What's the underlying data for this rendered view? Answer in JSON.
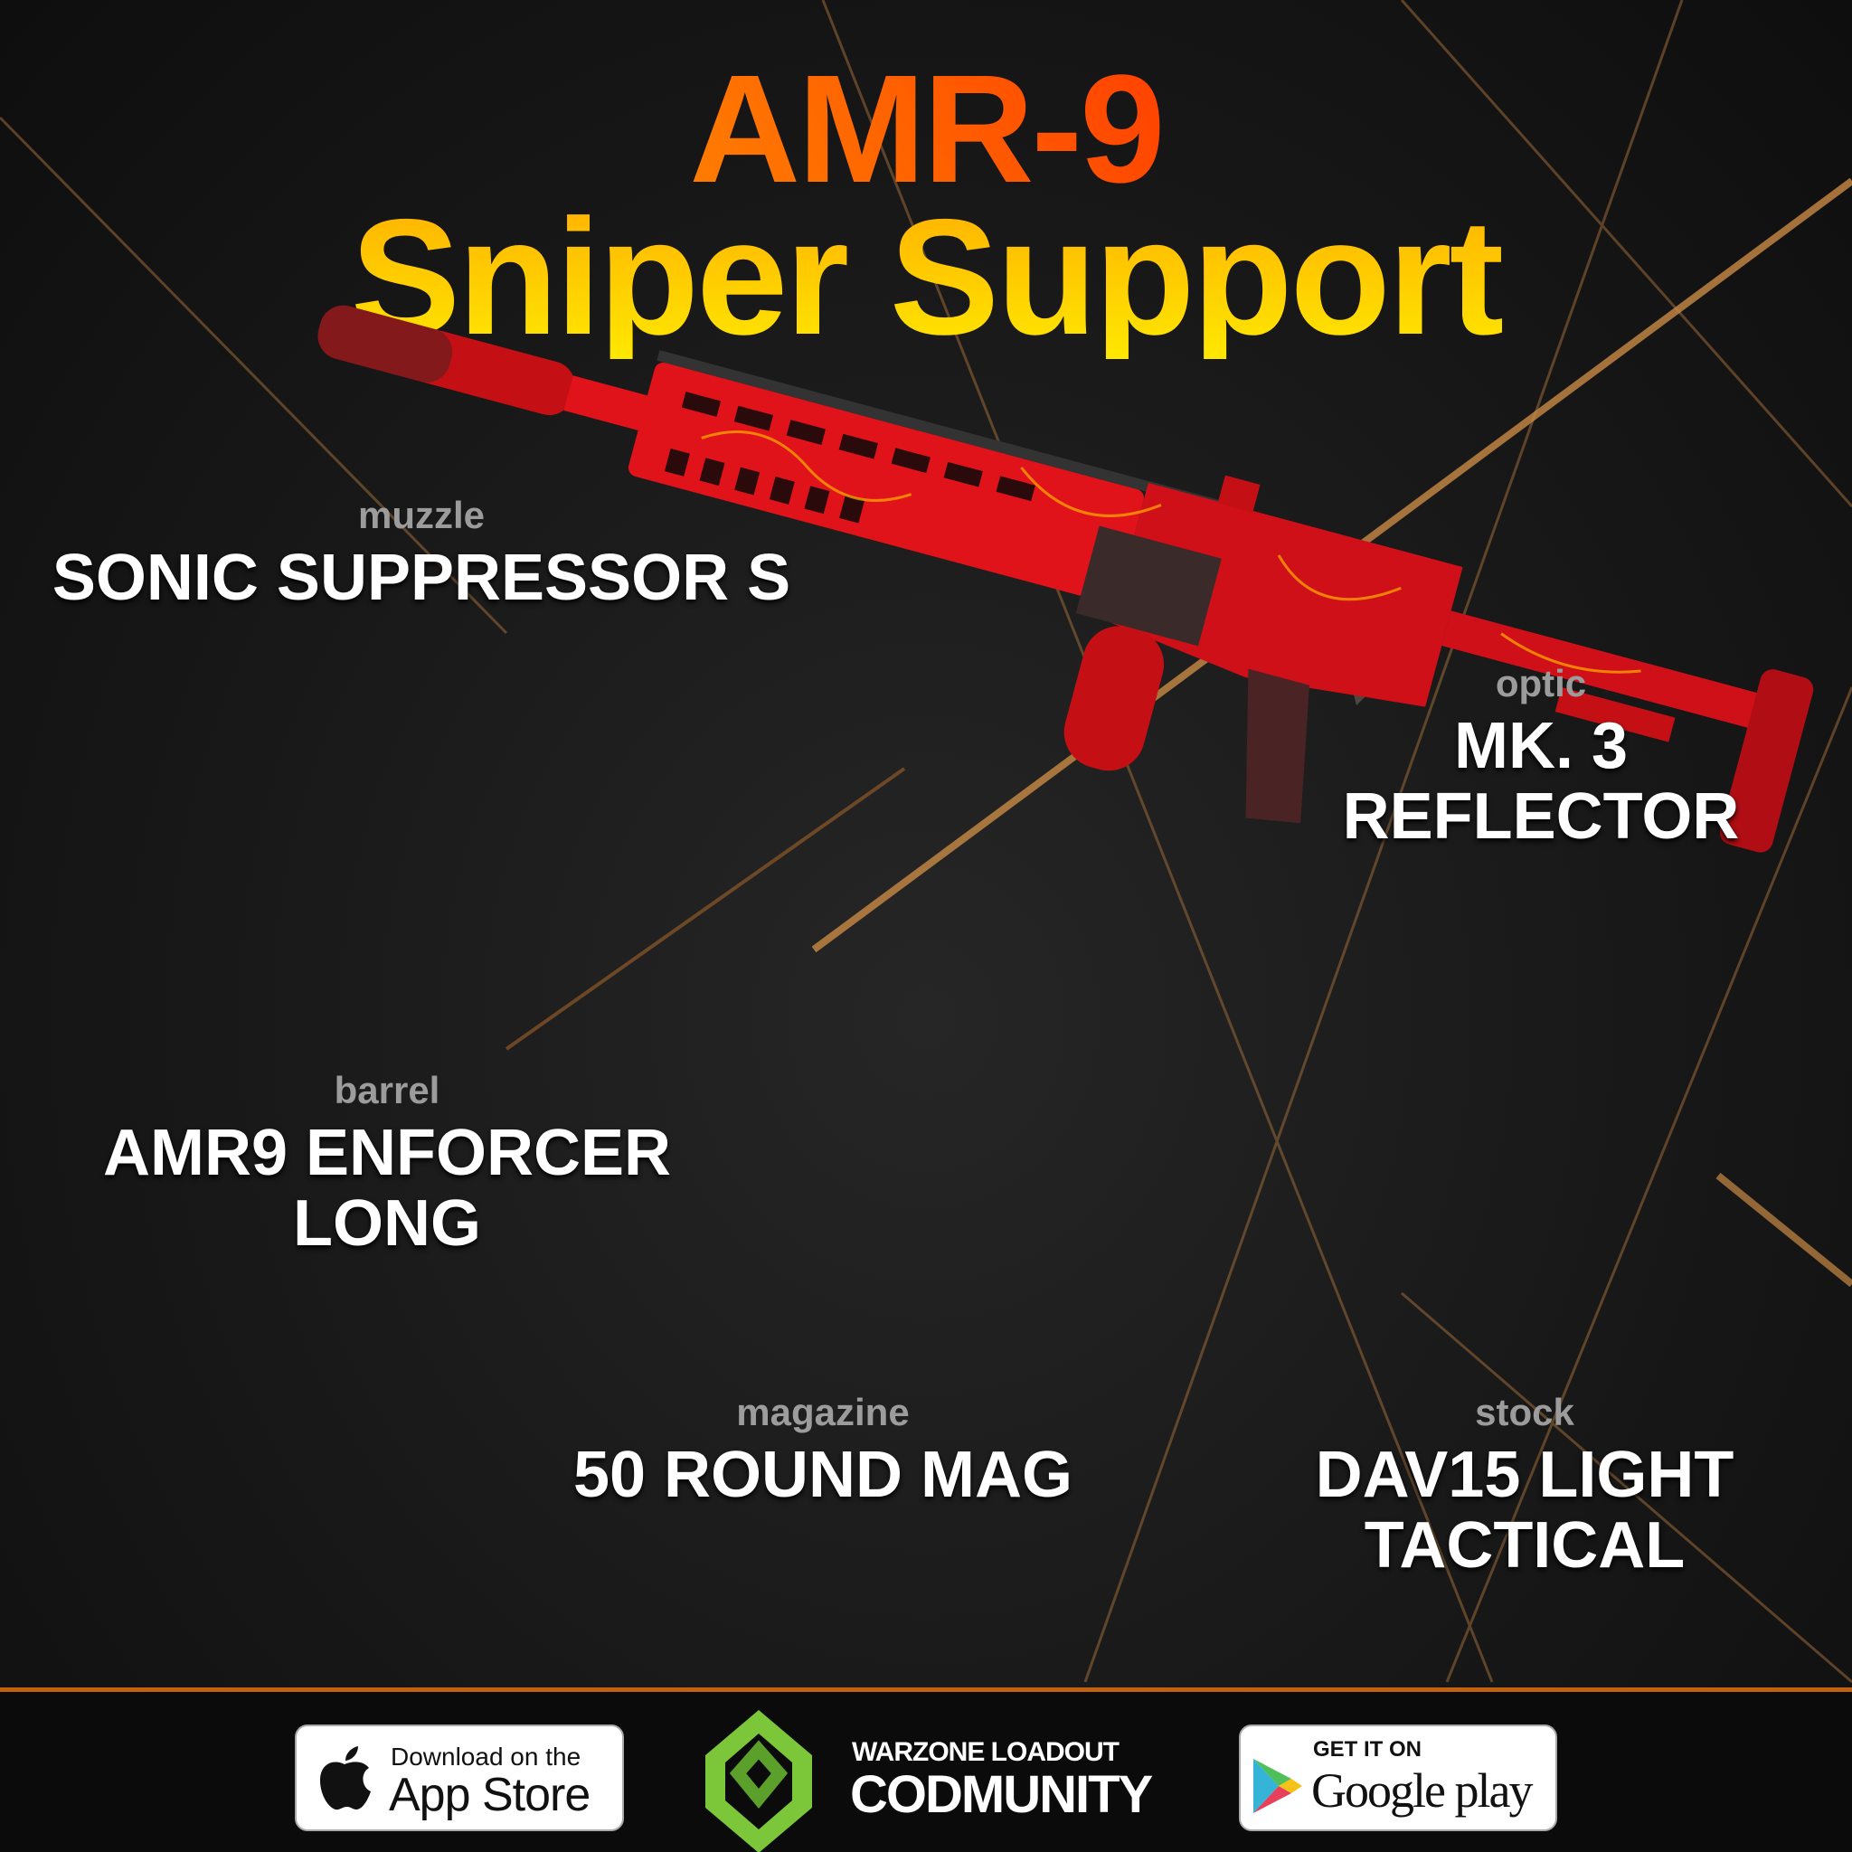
{
  "title": {
    "line1": "AMR-9",
    "line2": "Sniper Support"
  },
  "colors": {
    "accent_orange": "#ff6a00",
    "accent_yellow": "#ffd000",
    "gun_red": "#e0121a",
    "footer_line": "#c0620f",
    "logo_green": "#7cc63a"
  },
  "attachments": {
    "muzzle": {
      "category": "muzzle",
      "name": "SONIC SUPPRESSOR S"
    },
    "optic": {
      "category": "optic",
      "name_lines": [
        "MK. 3",
        "REFLECTOR"
      ]
    },
    "barrel": {
      "category": "barrel",
      "name_lines": [
        "AMR9 ENFORCER",
        "LONG"
      ]
    },
    "magazine": {
      "category": "magazine",
      "name": "50 ROUND MAG"
    },
    "stock": {
      "category": "stock",
      "name_lines": [
        "DAV15 LIGHT",
        "TACTICAL"
      ]
    }
  },
  "footer": {
    "app_store": {
      "small": "Download on the",
      "large": "App Store",
      "icon": "apple-icon"
    },
    "brand": {
      "line1": "WARZONE LOADOUT",
      "line2": "CODMUNITY",
      "icon": "codmunity-logo"
    },
    "google_play": {
      "small": "GET IT ON",
      "large": "Google play",
      "icon": "play-triangle-icon"
    }
  }
}
